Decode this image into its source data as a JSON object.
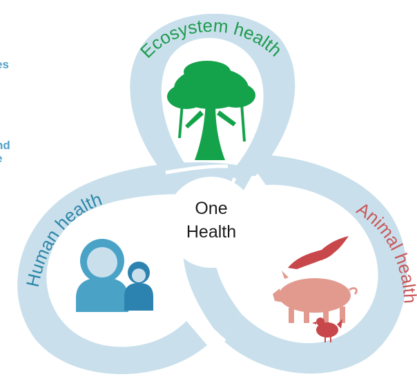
{
  "side_text": {
    "block_1": "es\n",
    "block_2": "nd\ne"
  },
  "labels": {
    "ecosystem": "Ecosystem health",
    "human": "Human health",
    "animal": "Animal health",
    "center_line_1": "One",
    "center_line_2": "Health"
  },
  "colors": {
    "band": "#c9e0ec",
    "ecosystem": "#1f9a4e",
    "human": "#2e86a8",
    "animal": "#c8585a",
    "center_text": "#1b1b1b",
    "side_text": "#4f9fca",
    "tree": "#14a34a",
    "person_adult": "#4aa3c7",
    "person_child": "#2c83b0",
    "bat": "#c8474b",
    "pig": "#e29a8e",
    "chicken": "#c8474b"
  },
  "icons": {
    "ecosystem": "tree-icon",
    "human": "people-icon",
    "animal": [
      "bat-icon",
      "pig-icon",
      "chicken-icon"
    ]
  }
}
